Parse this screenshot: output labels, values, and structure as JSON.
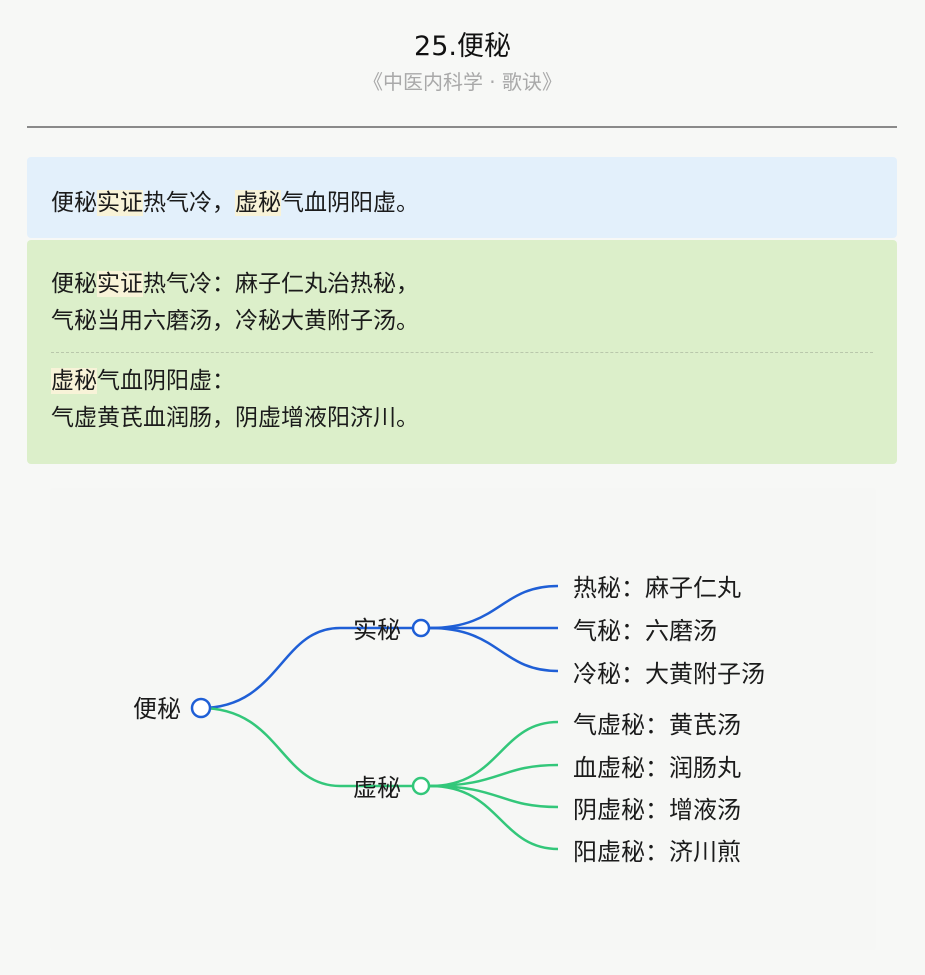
{
  "header": {
    "title": "25.便秘",
    "subtitle": "《中医内科学 · 歌诀》"
  },
  "verse_summary": {
    "line": [
      {
        "text": "便秘"
      },
      {
        "text": "实证",
        "highlight": true
      },
      {
        "text": "热气冷，"
      },
      {
        "text": "虚秘",
        "highlight": true
      },
      {
        "text": "气血阴阳虚。"
      }
    ]
  },
  "verse_detail": {
    "stanzas": [
      {
        "lines": [
          [
            {
              "text": "便秘"
            },
            {
              "text": "实证",
              "highlight": true
            },
            {
              "text": "热气冷：麻子仁丸治热秘，"
            }
          ],
          [
            {
              "text": "气秘当用六磨汤，冷秘大黄附子汤。"
            }
          ]
        ]
      },
      {
        "lines": [
          [
            {
              "text": "虚秘",
              "highlight": true
            },
            {
              "text": "气血阴阳虚："
            }
          ],
          [
            {
              "text": "气虚黄芪血润肠，阴虚增液阳济川。"
            }
          ]
        ]
      }
    ]
  },
  "mindmap": {
    "root": "便秘",
    "colors": {
      "shi": "#1f5fd6",
      "xu": "#33c77a"
    },
    "branches": [
      {
        "label": "实秘",
        "color_key": "shi",
        "leaves": [
          "热秘：麻子仁丸",
          "气秘：六磨汤",
          "冷秘：大黄附子汤"
        ]
      },
      {
        "label": "虚秘",
        "color_key": "xu",
        "leaves": [
          "气虚秘：黄芪汤",
          "血虚秘：润肠丸",
          "阴虚秘：增液汤",
          "阳虚秘：济川煎"
        ]
      }
    ]
  }
}
